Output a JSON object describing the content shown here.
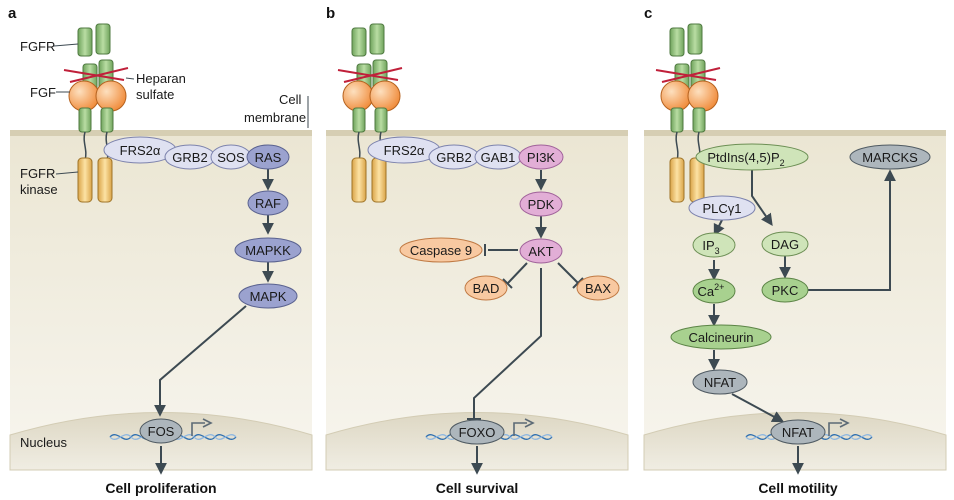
{
  "panels": {
    "a": {
      "letter": "a",
      "labels": {
        "fgfr": "FGFR",
        "fgf": "FGF",
        "heparan": "Heparan",
        "sulfate": "sulfate",
        "cell": "Cell",
        "membrane": "membrane",
        "fgfr_kinase": "FGFR",
        "kinase": "kinase",
        "nucleus": "Nucleus"
      },
      "nodes": {
        "frs2a": "FRS2α",
        "grb2": "GRB2",
        "sos": "SOS",
        "ras": "RAS",
        "raf": "RAF",
        "mapkk": "MAPKK",
        "mapk": "MAPK",
        "fos": "FOS"
      },
      "outcome": "Cell proliferation"
    },
    "b": {
      "letter": "b",
      "nodes": {
        "frs2a": "FRS2α",
        "grb2": "GRB2",
        "gab1": "GAB1",
        "pi3k": "PI3K",
        "pdk": "PDK",
        "akt": "AKT",
        "caspase9": "Caspase 9",
        "bad": "BAD",
        "bax": "BAX",
        "foxo": "FOXO"
      },
      "outcome": "Cell survival"
    },
    "c": {
      "letter": "c",
      "nodes": {
        "ptdins_main": "PtdIns(4,5)P",
        "ptdins_sub": "2",
        "marcks": "MARCKS",
        "plcg1": "PLCγ1",
        "ip3_main": "IP",
        "ip3_sub": "3",
        "dag": "DAG",
        "ca_main": "Ca",
        "ca_sup": "2+",
        "pkc": "PKC",
        "calcineurin": "Calcineurin",
        "nfat": "NFAT",
        "nfat_nucleus": "NFAT"
      },
      "outcome": "Cell motility"
    }
  },
  "colors": {
    "cytoplasm": "#f4f1e6",
    "membrane": "#d6ceb3",
    "nucleus": "#e7e2d2",
    "receptor_green": "#9fc98a",
    "kinase_yellow": "#f2c776",
    "ligand_orange": "#f5a35c",
    "heparan_red": "#c0203a",
    "ras_path": "#9ba2cf",
    "adaptor": "#dfe1f1",
    "pi3k_pink": "#e2aed6",
    "apoptosis_orange": "#f8c9a1",
    "plc_green": "#cfe4b9",
    "gray_node": "#adb6bc"
  }
}
